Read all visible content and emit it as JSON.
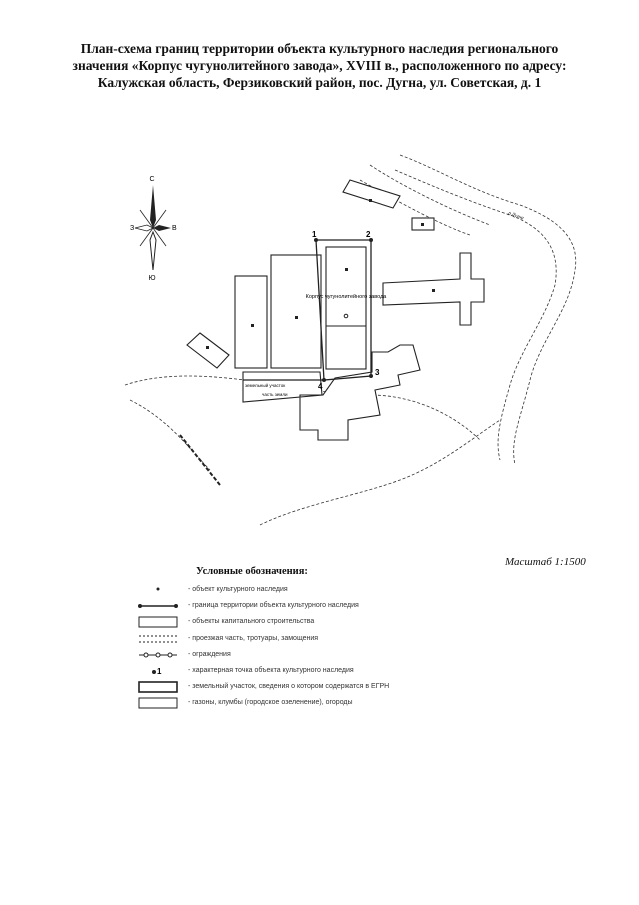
{
  "title": {
    "line1": "План-схема границ территории объекта культурного наследия регионального",
    "line2": "значения «Корпус чугунолитейного завода», XVIII в., расположенного по адресу:",
    "line3": "Калужская область, Ферзиковский район, пос. Дугна, ул. Советская, д. 1"
  },
  "compass": {
    "north": "С",
    "south": "Ю",
    "west": "З",
    "east": "В"
  },
  "map_labels": {
    "building": "Корпус чугунолитейного завода",
    "river": "р.Дугна",
    "zone": "земельный участок",
    "zone2": "часть земли",
    "points": [
      "1",
      "2",
      "3",
      "4"
    ]
  },
  "scale": "Масштаб 1:1500",
  "legend": {
    "title": "Условные обозначения:",
    "items": [
      "- объект культурного наследия",
      "- граница территории объекта культурного наследия",
      "- объекты капитального строительства",
      "- проезжая часть, тротуары, замощения",
      "- ограждения",
      "- характерная точка объекта культурного наследия",
      "- земельный участок, сведения о котором содержатся в ЕГРН",
      "- газоны, клумбы (городское озеленение), огороды"
    ],
    "point_sym": "1"
  }
}
